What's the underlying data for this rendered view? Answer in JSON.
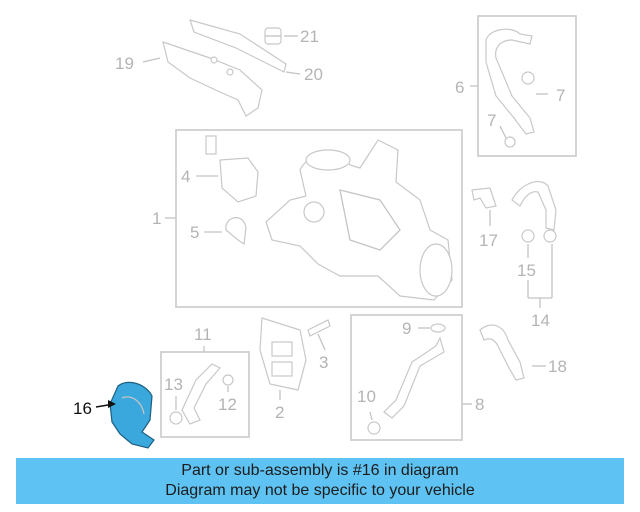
{
  "callouts": [
    {
      "id": "1",
      "label": "1"
    },
    {
      "id": "2",
      "label": "2"
    },
    {
      "id": "3",
      "label": "3"
    },
    {
      "id": "4",
      "label": "4"
    },
    {
      "id": "5",
      "label": "5"
    },
    {
      "id": "6",
      "label": "6"
    },
    {
      "id": "7a",
      "label": "7"
    },
    {
      "id": "7b",
      "label": "7"
    },
    {
      "id": "8",
      "label": "8"
    },
    {
      "id": "9",
      "label": "9"
    },
    {
      "id": "10",
      "label": "10"
    },
    {
      "id": "11",
      "label": "11"
    },
    {
      "id": "12",
      "label": "12"
    },
    {
      "id": "13",
      "label": "13"
    },
    {
      "id": "14",
      "label": "14"
    },
    {
      "id": "15",
      "label": "15"
    },
    {
      "id": "16",
      "label": "16",
      "highlighted": true
    },
    {
      "id": "17",
      "label": "17"
    },
    {
      "id": "18",
      "label": "18"
    },
    {
      "id": "19",
      "label": "19"
    },
    {
      "id": "20",
      "label": "20"
    },
    {
      "id": "21",
      "label": "21"
    }
  ],
  "highlight_color": "#3aa8dc",
  "banner": {
    "line1": "Part or sub-assembly is #16 in diagram",
    "line2": "Diagram may not be specific to your vehicle",
    "color": "#5ec2f2"
  }
}
